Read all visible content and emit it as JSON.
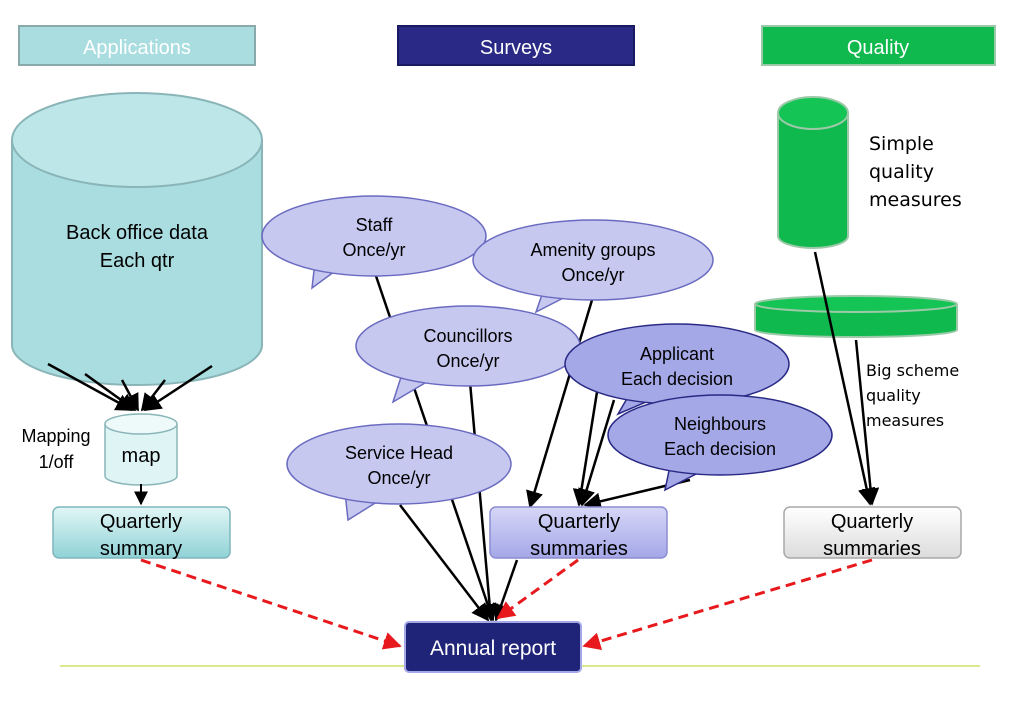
{
  "headers": {
    "applications": "Applications",
    "surveys": "Surveys",
    "quality": "Quality"
  },
  "applications": {
    "cylinder_line1": "Back office data",
    "cylinder_line2": "Each qtr",
    "mapping_line1": "Mapping",
    "mapping_line2": "1/off",
    "map_label": "map",
    "summary_line1": "Quarterly",
    "summary_line2": "summary"
  },
  "surveys": {
    "staff_line1": "Staff",
    "staff_line2": "Once/yr",
    "amenity_line1": "Amenity groups",
    "amenity_line2": "Once/yr",
    "councillors_line1": "Councillors",
    "councillors_line2": "Once/yr",
    "applicant_line1": "Applicant",
    "applicant_line2": "Each decision",
    "neighbours_line1": "Neighbours",
    "neighbours_line2": "Each decision",
    "service_head_line1": "Service Head",
    "service_head_line2": "Once/yr",
    "summary_line1": "Quarterly",
    "summary_line2": "summaries"
  },
  "quality": {
    "simple_line1": "Simple",
    "simple_line2": "quality",
    "simple_line3": "measures",
    "big_line1": "Big scheme",
    "big_line2": "quality",
    "big_line3": "measures",
    "summary_line1": "Quarterly",
    "summary_line2": "summaries"
  },
  "annual_report": "Annual report",
  "colors": {
    "applications": "#a9dde0",
    "surveys_header": "#2a2a86",
    "survey_bubble": "#c6c8f0",
    "survey_bubble_dark": "#a5a8e6",
    "quality": "#10b94e",
    "dashed_arrow": "#e8191c",
    "baseline": "#d8ea8c"
  }
}
